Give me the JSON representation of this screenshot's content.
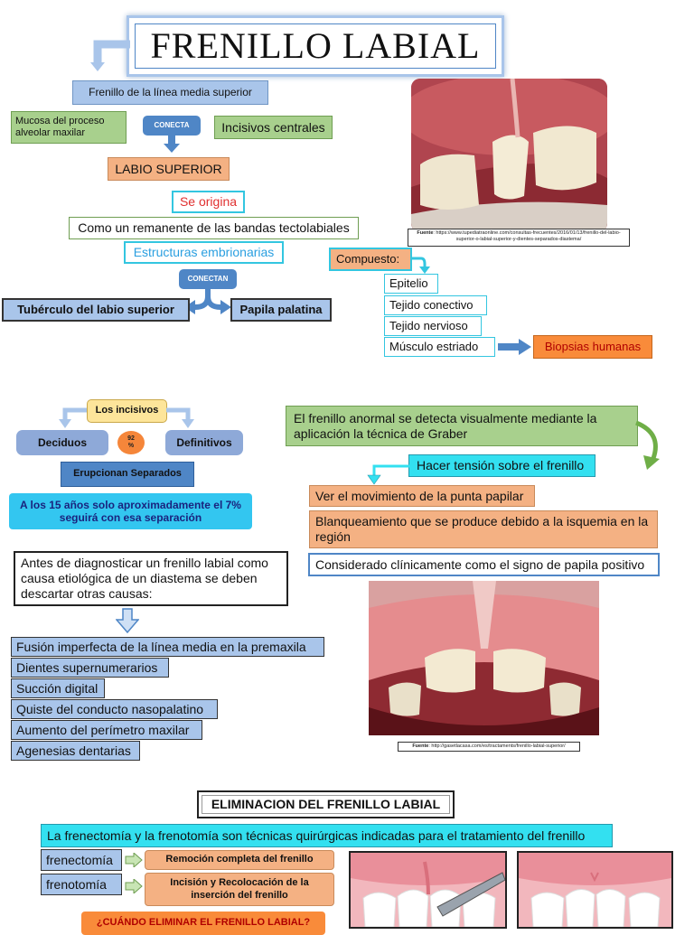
{
  "title": "FRENILLO LABIAL",
  "top": {
    "frenillo_linea_media": "Frenillo de la línea media superior",
    "mucosa": "Mucosa del proceso alveolar maxilar",
    "conecta": "CONECTA",
    "incisivos_centrales": "Incisivos centrales",
    "labio_superior": "LABIO SUPERIOR",
    "se_origina": "Se origina",
    "remanente": "Como un remanente de las bandas tectolabiales",
    "estructuras": "Estructuras embrionarias",
    "conectan": "CONECTAN",
    "tuberculo": "Tubérculo del labio superior",
    "papila": "Papila palatina",
    "photo1_source_label": "Fuente",
    "photo1_source_url": ": https://www.tupediatraonline.com/consultas-frecuentes/2016/01/13/frenillo-del-labio-superior-o-labial-superior-y-dientes-separados-diastema/"
  },
  "compuesto": {
    "label": "Compuesto:",
    "items": [
      "Epitelio",
      "Tejido conectivo",
      "Tejido nervioso",
      "Músculo estriado"
    ],
    "biopsias": "Biopsias humanas"
  },
  "incisivos": {
    "title": "Los incisivos",
    "deciduos": "Deciduos",
    "definitivos": "Definitivos",
    "percent": "92 %",
    "erupcionan": "Erupcionan Separados",
    "quince": "A los 15 años solo aproximadamente el 7% seguirá con esa separación"
  },
  "diagnostico": {
    "intro": "Antes de diagnosticar un frenillo labial como causa etiológica de un diastema se deben descartar otras causas:",
    "causas": [
      "Fusión imperfecta de la línea media en la premaxila",
      "Dientes supernumerarios",
      "Succión digital",
      "Quiste del conducto nasopalatino",
      "Aumento del perímetro maxilar",
      "Agenesias dentarias"
    ]
  },
  "graber": {
    "intro": "El frenillo anormal se detecta visualmente mediante la aplicación la técnica de Graber",
    "tension": "Hacer tensión sobre el frenillo",
    "movimiento": "Ver el movimiento de la punta papilar",
    "blanqueamiento": "Blanqueamiento que se produce debido a la isquemia en la región",
    "signo": "Considerado clínicamente como el signo de papila positivo",
    "photo2_source_label": "Fuente",
    "photo2_source_url": ": http://gasetlacasa.com/es/tractaments/frenillo-labial-superior/"
  },
  "eliminacion": {
    "title": "ELIMINACION DEL FRENILLO LABIAL",
    "tecnicas": "La frenectomía y la frenotomía son técnicas quirúrgicas indicadas para el tratamiento del frenillo",
    "frenectomia": "frenectomía",
    "frenectomia_desc": "Remoción completa del frenillo",
    "frenotomia": "frenotomía",
    "frenotomia_desc": "Incisión y Recolocación de la inserción del frenillo",
    "cuando": "¿CUÁNDO ELIMINAR EL FRENILLO LABIAL?"
  },
  "colors": {
    "blue_box": "#a9c5ea",
    "green_box": "#a8d08d",
    "salmon_box": "#f4b183",
    "orange_box": "#f98b3a",
    "cyan_box": "#33e0f0",
    "arrow_blue": "#4f86c6"
  }
}
